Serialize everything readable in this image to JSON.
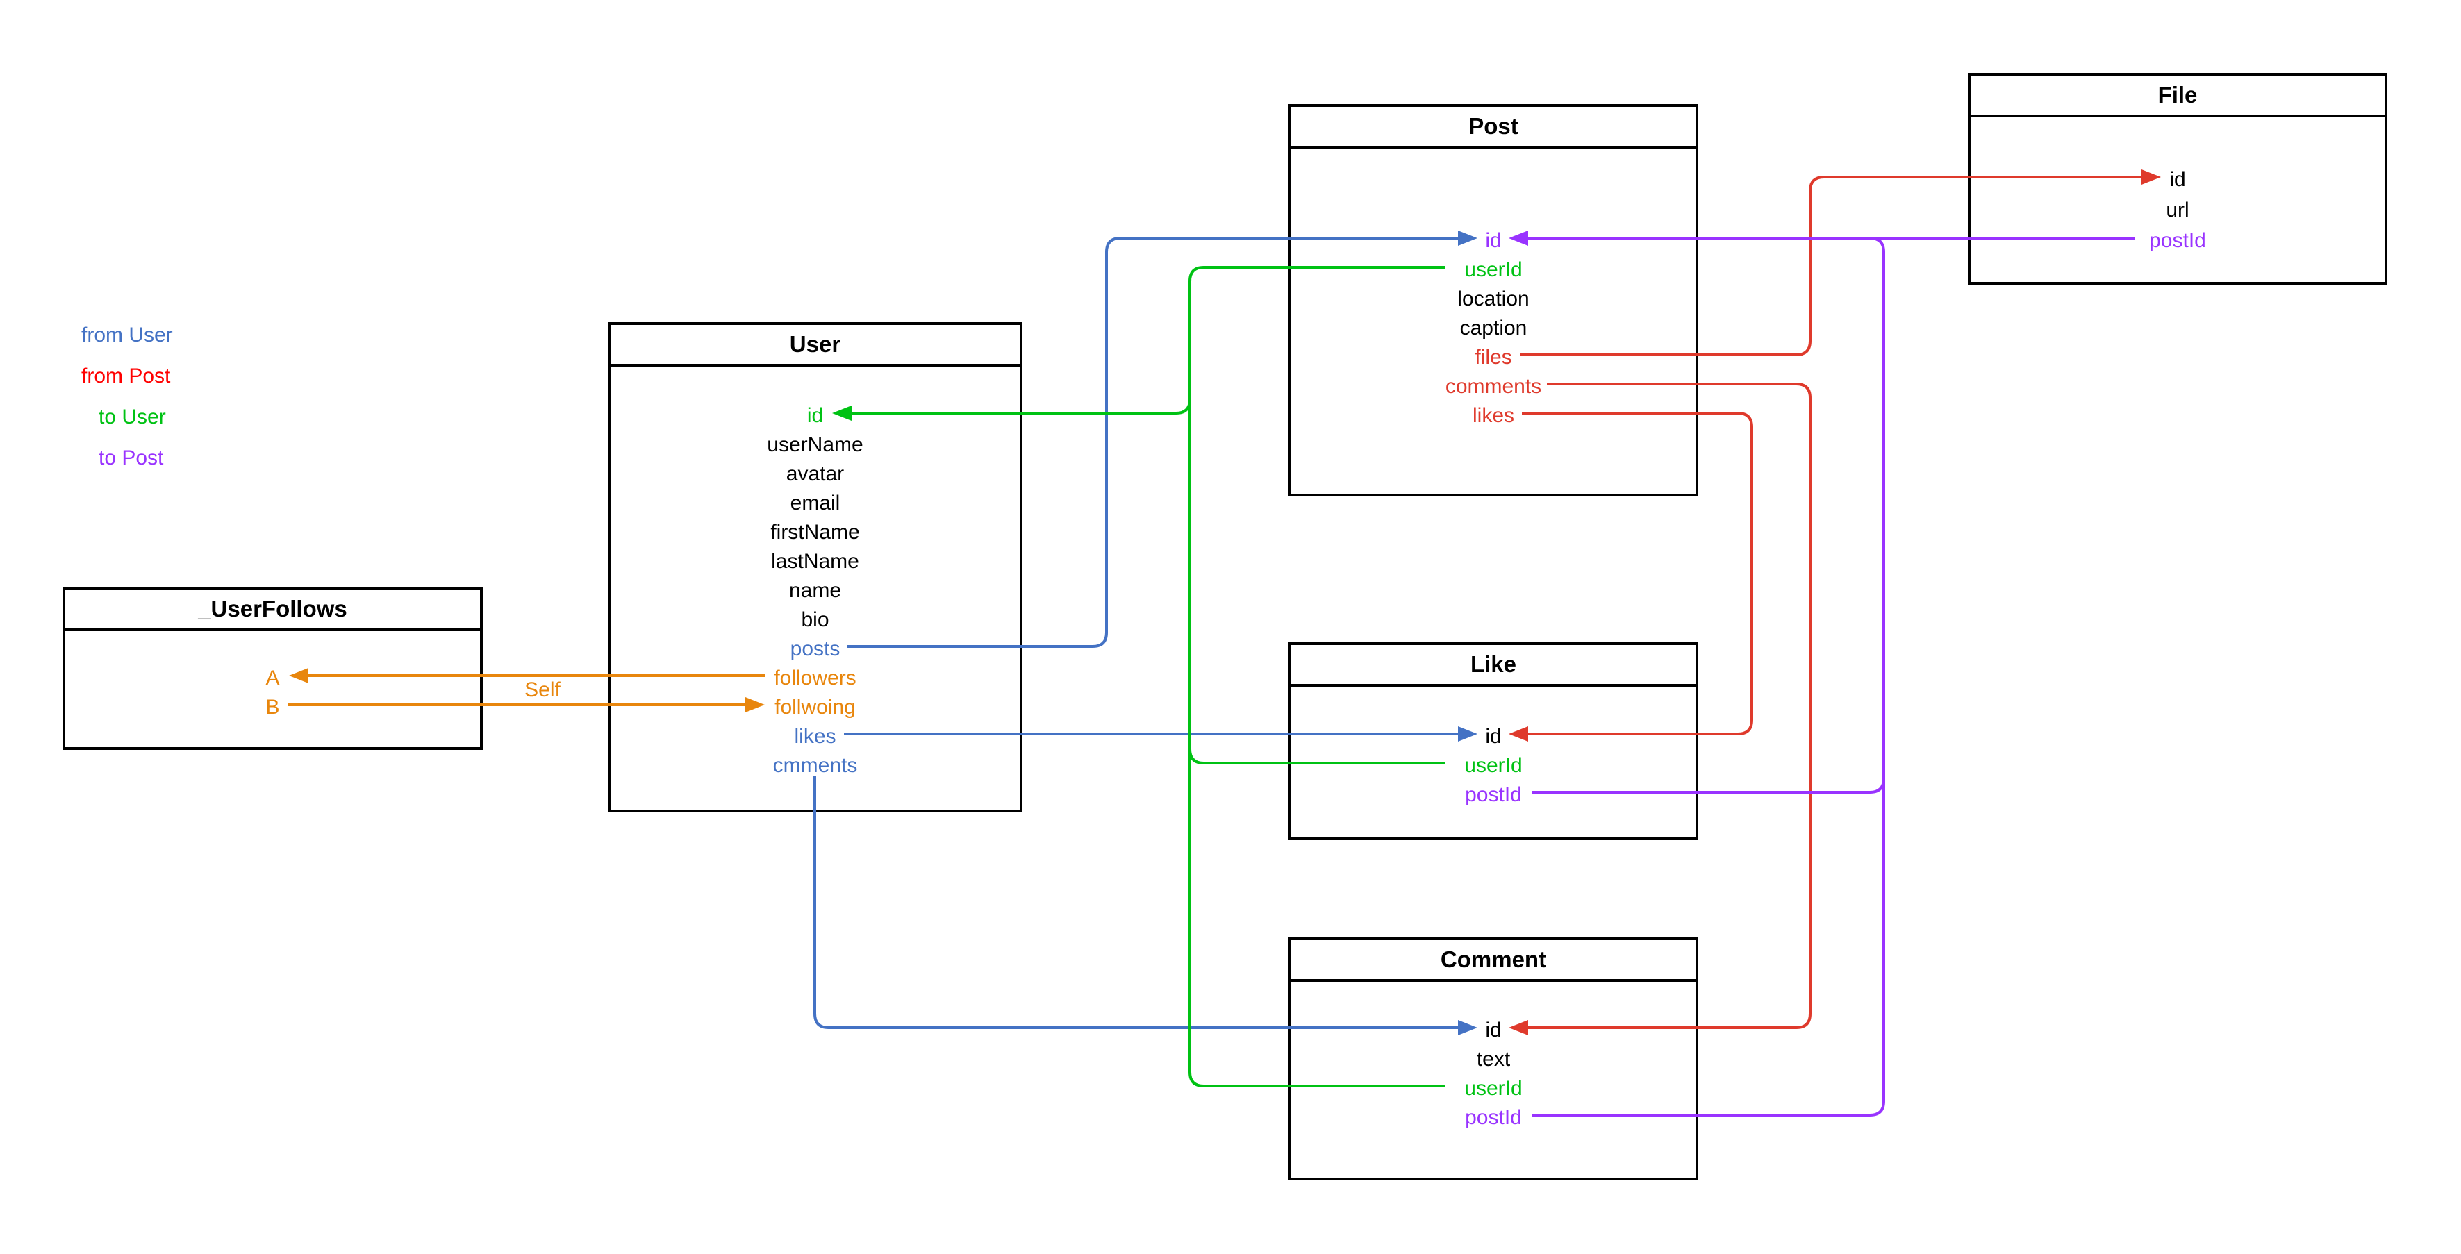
{
  "colors": {
    "black": "#000000",
    "blue": "#4472c4",
    "red": "#df3a2c",
    "legend_red": "#ff0000",
    "green": "#00c214",
    "purple": "#9933ff",
    "orange": "#e8860d",
    "background": "#ffffff",
    "border": "#000000"
  },
  "legend": {
    "items": [
      {
        "label": "from User",
        "color": "blue"
      },
      {
        "label": "from Post",
        "color": "legend_red"
      },
      {
        "label": "to User",
        "color": "green"
      },
      {
        "label": "to Post",
        "color": "purple"
      }
    ]
  },
  "entities": {
    "user": {
      "title": "User",
      "fields": [
        {
          "name": "id",
          "color": "green"
        },
        {
          "name": "userName",
          "color": "black"
        },
        {
          "name": "avatar",
          "color": "black"
        },
        {
          "name": "email",
          "color": "black"
        },
        {
          "name": "firstName",
          "color": "black"
        },
        {
          "name": "lastName",
          "color": "black"
        },
        {
          "name": "name",
          "color": "black"
        },
        {
          "name": "bio",
          "color": "black"
        },
        {
          "name": "posts",
          "color": "blue"
        },
        {
          "name": "followers",
          "color": "orange"
        },
        {
          "name": "follwoing",
          "color": "orange"
        },
        {
          "name": "likes",
          "color": "blue"
        },
        {
          "name": "cmments",
          "color": "blue"
        }
      ]
    },
    "post": {
      "title": "Post",
      "fields": [
        {
          "name": "id",
          "color": "purple"
        },
        {
          "name": "userId",
          "color": "green"
        },
        {
          "name": "location",
          "color": "black"
        },
        {
          "name": "caption",
          "color": "black"
        },
        {
          "name": "files",
          "color": "red"
        },
        {
          "name": "comments",
          "color": "red"
        },
        {
          "name": "likes",
          "color": "red"
        }
      ]
    },
    "file": {
      "title": "File",
      "fields": [
        {
          "name": "id",
          "color": "black"
        },
        {
          "name": "url",
          "color": "black"
        },
        {
          "name": "postId",
          "color": "purple"
        }
      ]
    },
    "like": {
      "title": "Like",
      "fields": [
        {
          "name": "id",
          "color": "black"
        },
        {
          "name": "userId",
          "color": "green"
        },
        {
          "name": "postId",
          "color": "purple"
        }
      ]
    },
    "comment": {
      "title": "Comment",
      "fields": [
        {
          "name": "id",
          "color": "black"
        },
        {
          "name": "text",
          "color": "black"
        },
        {
          "name": "userId",
          "color": "green"
        },
        {
          "name": "postId",
          "color": "purple"
        }
      ]
    },
    "userfollows": {
      "title": "_UserFollows",
      "fields": [
        {
          "name": "A",
          "color": "orange"
        },
        {
          "name": "B",
          "color": "orange"
        }
      ]
    }
  },
  "labels": {
    "self": "Self"
  },
  "relationships": [
    {
      "from": "User.posts",
      "to": "Post.id",
      "color": "blue"
    },
    {
      "from": "User.likes",
      "to": "Like.id",
      "color": "blue"
    },
    {
      "from": "User.cmments",
      "to": "Comment.id",
      "color": "blue"
    },
    {
      "from": "Post.userId",
      "to": "User.id",
      "color": "green"
    },
    {
      "from": "Like.userId",
      "to": "User.id",
      "color": "green"
    },
    {
      "from": "Comment.userId",
      "to": "User.id",
      "color": "green"
    },
    {
      "from": "Post.files",
      "to": "File.id",
      "color": "red"
    },
    {
      "from": "Post.comments",
      "to": "Comment.id",
      "color": "red"
    },
    {
      "from": "Post.likes",
      "to": "Like.id",
      "color": "red"
    },
    {
      "from": "File.postId",
      "to": "Post.id",
      "color": "purple"
    },
    {
      "from": "Like.postId",
      "to": "Post.id",
      "color": "purple"
    },
    {
      "from": "Comment.postId",
      "to": "Post.id",
      "color": "purple"
    },
    {
      "from": "User.followers",
      "to": "_UserFollows.A",
      "color": "orange",
      "label": "Self"
    },
    {
      "from": "_UserFollows.B",
      "to": "User.follwoing",
      "color": "orange",
      "label": "Self"
    }
  ]
}
